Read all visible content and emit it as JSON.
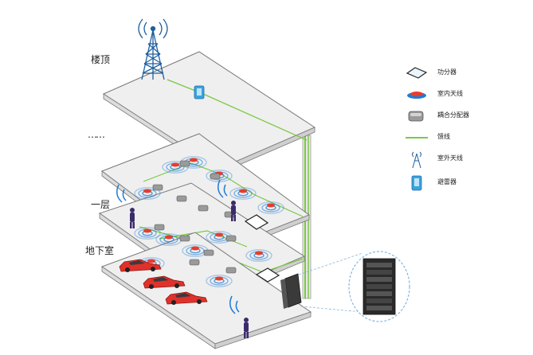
{
  "floor_labels": {
    "roof": "楼顶",
    "ellipsis": "……",
    "first_floor": "一层",
    "basement": "地下室"
  },
  "legend": [
    {
      "icon": "power-splitter-icon",
      "label": "功分器"
    },
    {
      "icon": "indoor-antenna-icon",
      "label": "室内天线"
    },
    {
      "icon": "coupler-icon",
      "label": "耦合分配器"
    },
    {
      "icon": "feeder-line-icon",
      "label": "馈线"
    },
    {
      "icon": "outdoor-antenna-icon",
      "label": "室外天线"
    },
    {
      "icon": "lightning-arrester-icon",
      "label": "避雷器"
    }
  ],
  "colors": {
    "floor_fill": "#efefef",
    "floor_edge": "#7a7a7a",
    "feeder": "#7ac943",
    "car": "#e0312b",
    "person": "#3b2b6b",
    "signal": "#1e7bd6",
    "antenna": "#1f5f9f",
    "rack_dark": "#2a2a2a"
  }
}
